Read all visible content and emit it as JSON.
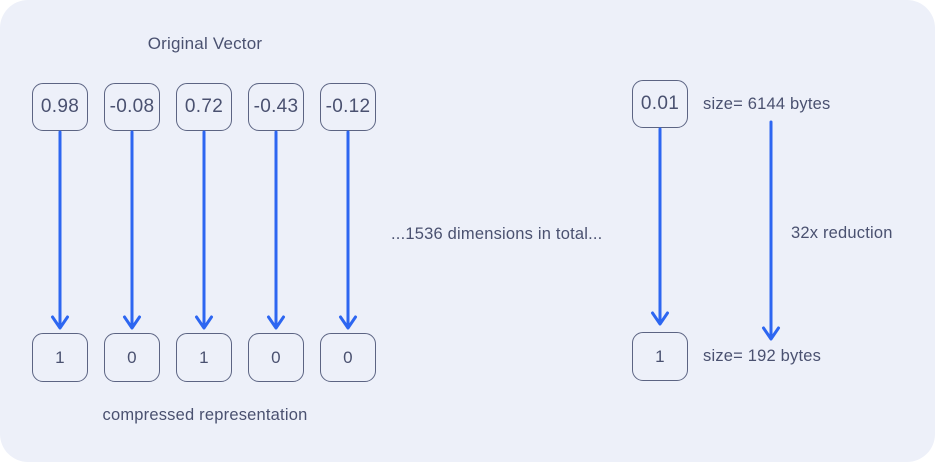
{
  "colors": {
    "card_background": "#EDF0F9",
    "box_border": "#5C6483",
    "text": "#4A5170",
    "arrow_blue": "#2D66F1"
  },
  "diagram": {
    "title": "Original Vector",
    "caption": "compressed representation",
    "middle_note": "...1536 dimensions in total...",
    "columns": [
      {
        "original": "0.98",
        "compressed": "1"
      },
      {
        "original": "-0.08",
        "compressed": "0"
      },
      {
        "original": "0.72",
        "compressed": "1"
      },
      {
        "original": "-0.43",
        "compressed": "0"
      },
      {
        "original": "-0.12",
        "compressed": "0"
      }
    ],
    "summary": {
      "original_value": "0.01",
      "original_size_label": "size= 6144 bytes",
      "compressed_value": "1",
      "compressed_size_label": "size= 192 bytes",
      "reduction_label": "32x reduction"
    }
  }
}
